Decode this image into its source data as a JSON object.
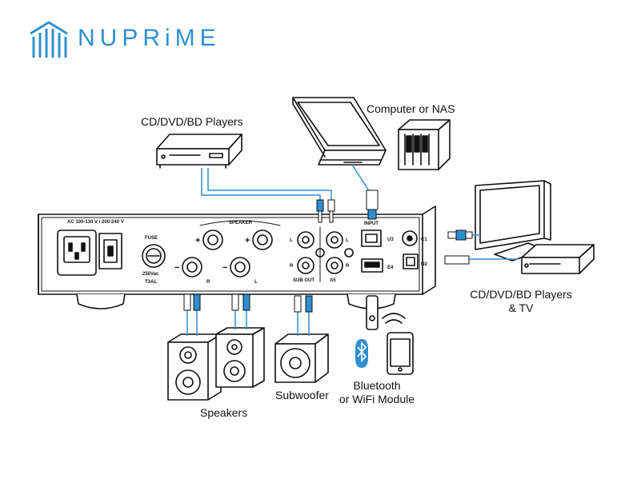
{
  "brand": {
    "name": "NUPRiME",
    "color": "#2e8fd0",
    "icon": "nuprime-logo-icon"
  },
  "labels": {
    "cd_top": "CD/DVD/BD Players",
    "computer": "Computer or NAS",
    "cd_right_line1": "CD/DVD/BD Players",
    "cd_right_line2": "& TV",
    "speakers": "Speakers",
    "subwoofer": "Subwoofer",
    "bluetooth_line1": "Bluetooth",
    "bluetooth_line2": "or WiFi Module"
  },
  "panel": {
    "power_rating": "AC 100-130 V / 200-240 V",
    "fuse": "FUSE",
    "fuse_rating": "250Vac",
    "fuse_type": "T3AL",
    "speaker_header": "SPEAKER",
    "plus": "+",
    "minus": "−",
    "right": "R",
    "left": "L",
    "sub_out": "SUB OUT",
    "a5": "A5",
    "input": "INPUT",
    "u3": "U3",
    "c1": "C1",
    "o2": "O2",
    "e4": "E4"
  },
  "colors": {
    "cable": "#2e8fd0",
    "outline": "#111111"
  }
}
